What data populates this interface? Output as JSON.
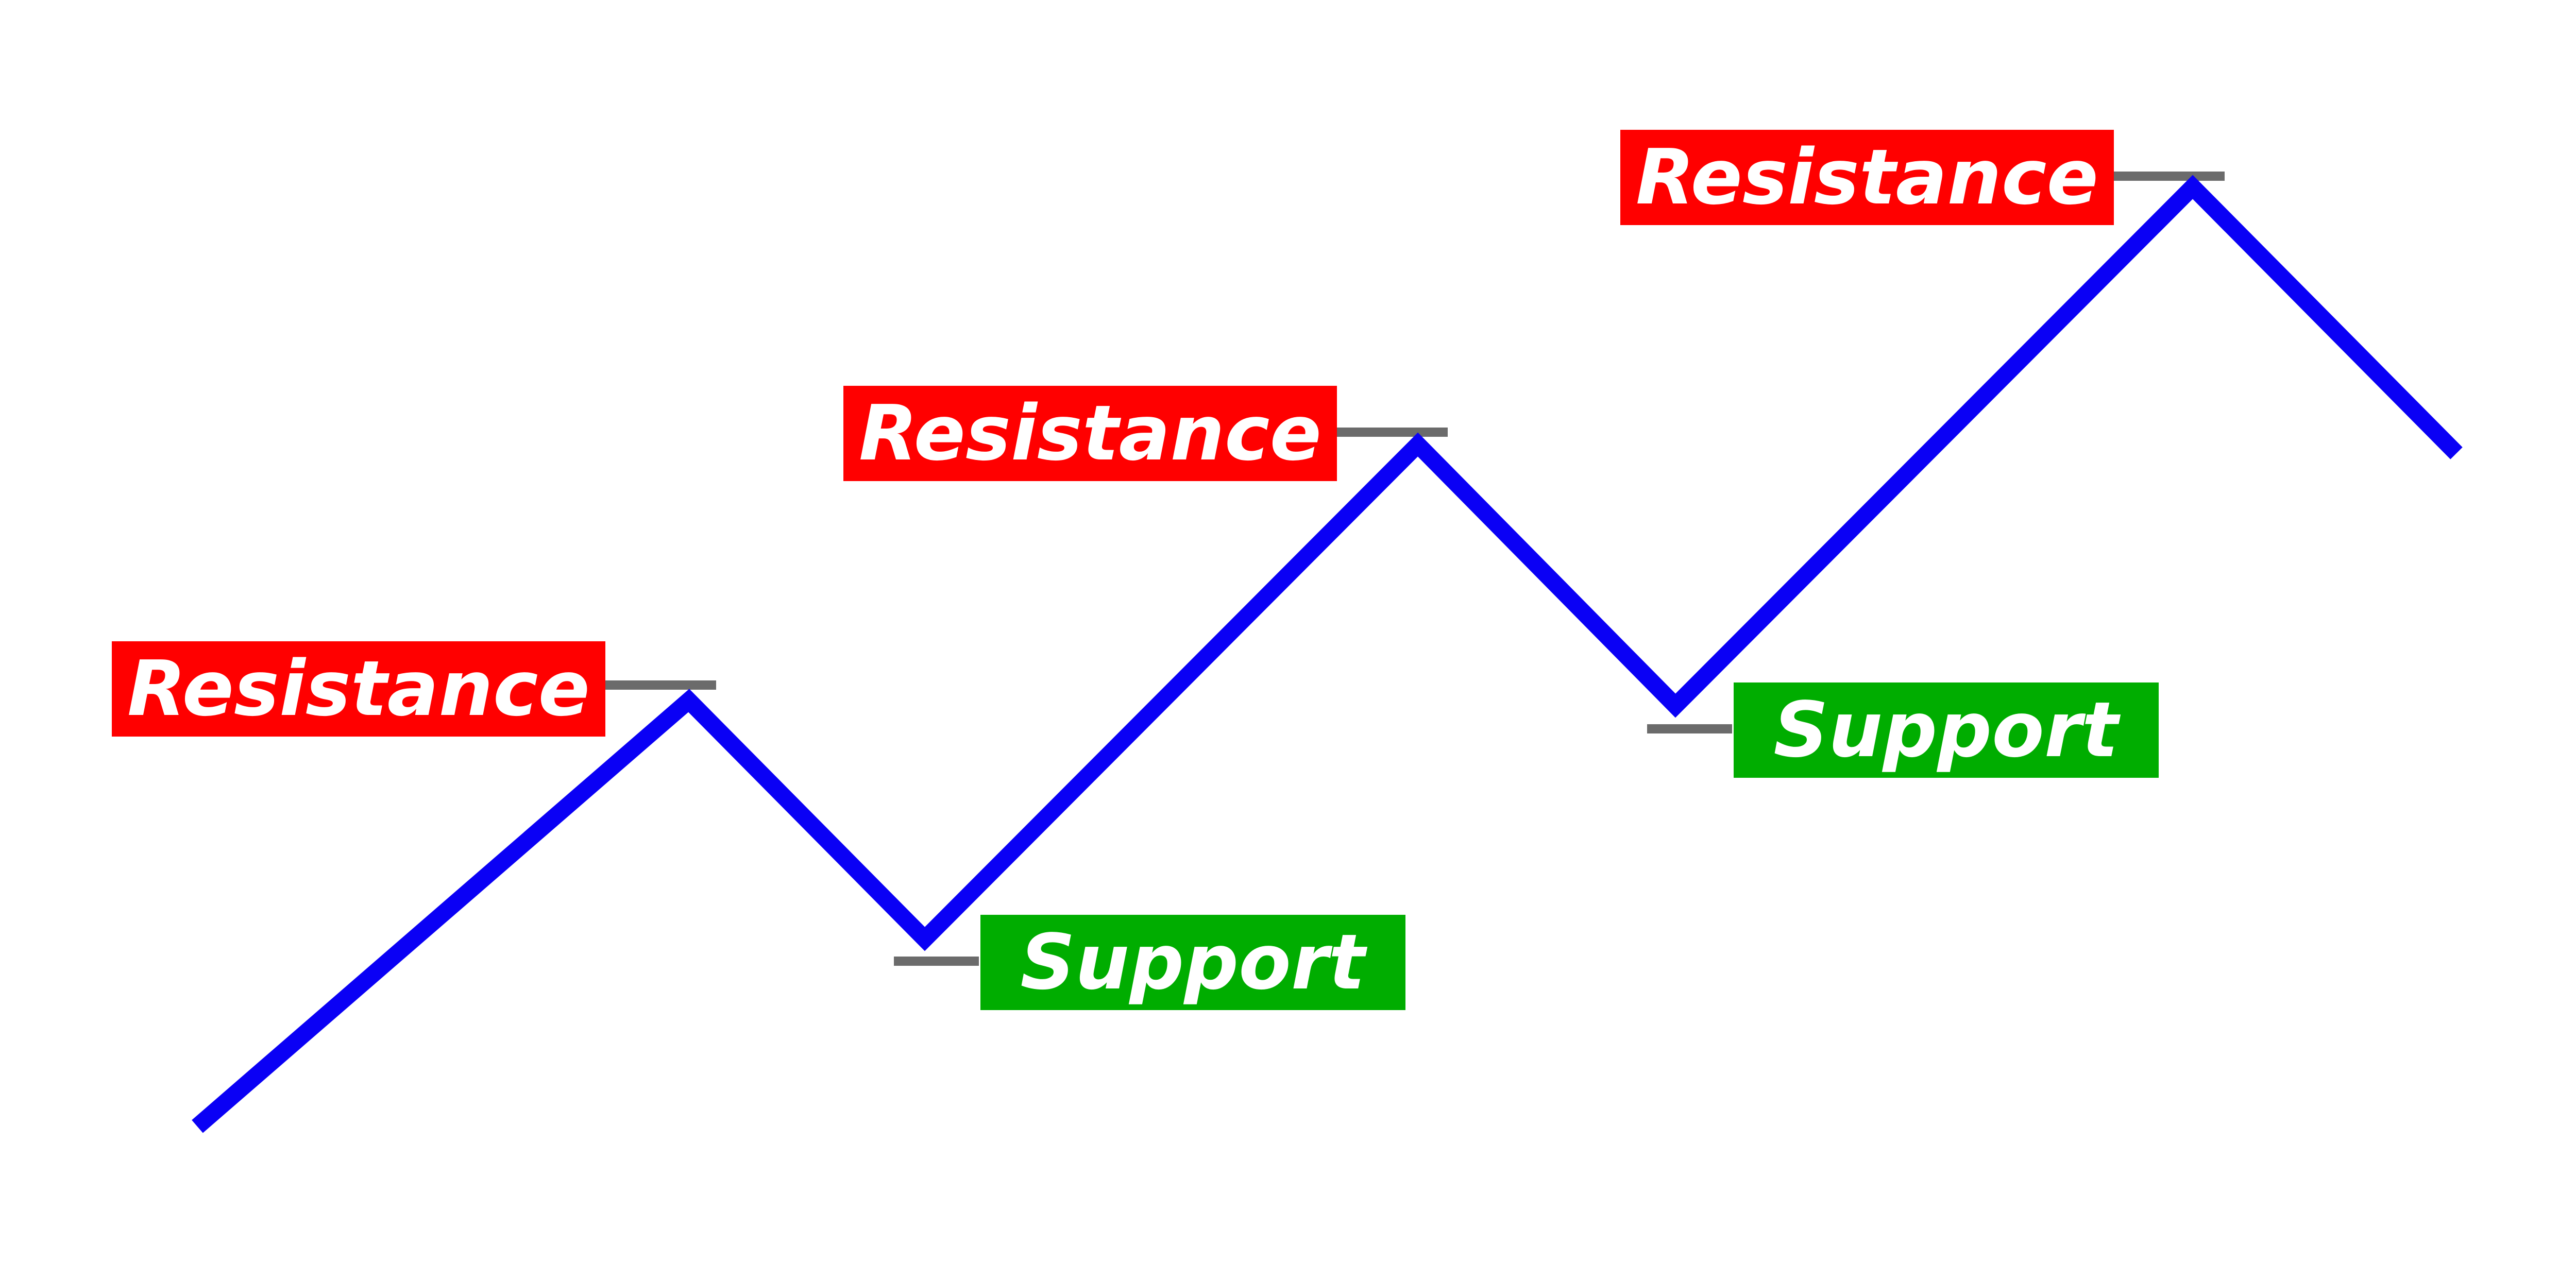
{
  "colors": {
    "price_line": "#0a00f5",
    "resistance_box": "#ff0000",
    "support_box": "#00ad00",
    "level_tick": "#6b6b6b",
    "label_text": "#ffffff",
    "background": "#ffffff"
  },
  "labels": {
    "resistance_1": "Resistance",
    "resistance_2": "Resistance",
    "resistance_3": "Resistance",
    "support_1": "Support",
    "support_2": "Support"
  }
}
